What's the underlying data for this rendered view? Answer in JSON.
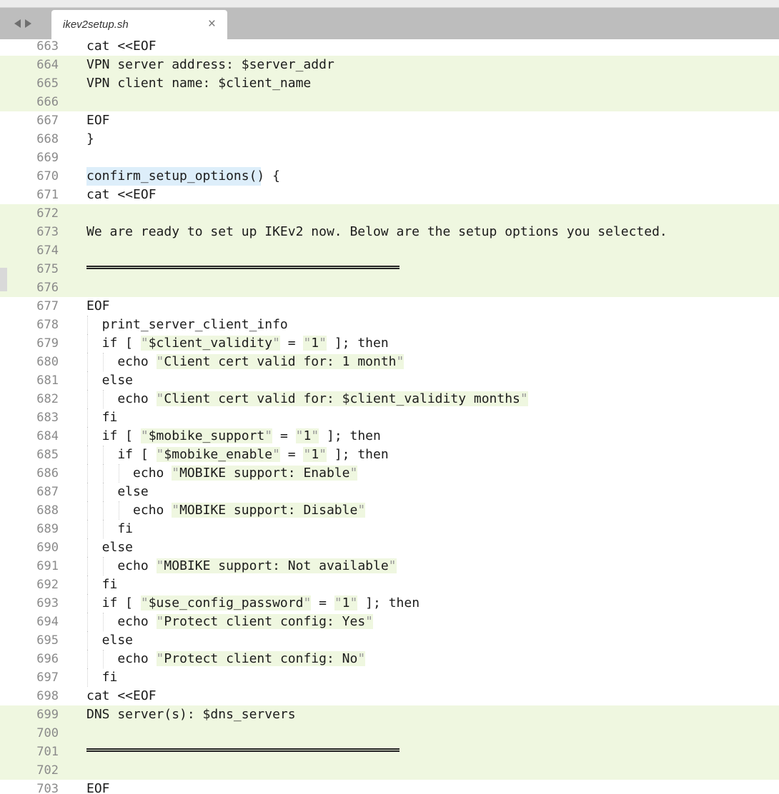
{
  "tab": {
    "filename": "ikev2setup.sh"
  },
  "editor": {
    "lines": [
      {
        "n": "663",
        "text": "cat <<EOF",
        "hl": false
      },
      {
        "n": "664",
        "text": "VPN server address: $server_addr",
        "hl": true
      },
      {
        "n": "665",
        "text": "VPN client name: $client_name",
        "hl": true
      },
      {
        "n": "666",
        "text": "",
        "hl": true
      },
      {
        "n": "667",
        "text": "EOF",
        "hl": false
      },
      {
        "n": "668",
        "text": "}",
        "hl": false
      },
      {
        "n": "669",
        "text": "",
        "hl": false
      },
      {
        "n": "670",
        "text": "confirm_setup_options() {",
        "hl": false
      },
      {
        "n": "671",
        "text": "cat <<EOF",
        "hl": false
      },
      {
        "n": "672",
        "text": "",
        "hl": true
      },
      {
        "n": "673",
        "text": "We are ready to set up IKEv2 now. Below are the setup options you selected.",
        "hl": true
      },
      {
        "n": "674",
        "text": "",
        "hl": true
      },
      {
        "n": "675",
        "text": "══════════════════════════════════",
        "hl": true
      },
      {
        "n": "676",
        "text": "",
        "hl": true
      },
      {
        "n": "677",
        "text": "EOF",
        "hl": false
      },
      {
        "n": "678",
        "text": "  print_server_client_info",
        "hl": false
      },
      {
        "n": "679",
        "text": "  if [ \"$client_validity\" = \"1\" ]; then",
        "hl": false
      },
      {
        "n": "680",
        "text": "    echo \"Client cert valid for: 1 month\"",
        "hl": false
      },
      {
        "n": "681",
        "text": "  else",
        "hl": false
      },
      {
        "n": "682",
        "text": "    echo \"Client cert valid for: $client_validity months\"",
        "hl": false
      },
      {
        "n": "683",
        "text": "  fi",
        "hl": false
      },
      {
        "n": "684",
        "text": "  if [ \"$mobike_support\" = \"1\" ]; then",
        "hl": false
      },
      {
        "n": "685",
        "text": "    if [ \"$mobike_enable\" = \"1\" ]; then",
        "hl": false
      },
      {
        "n": "686",
        "text": "      echo \"MOBIKE support: Enable\"",
        "hl": false
      },
      {
        "n": "687",
        "text": "    else",
        "hl": false
      },
      {
        "n": "688",
        "text": "      echo \"MOBIKE support: Disable\"",
        "hl": false
      },
      {
        "n": "689",
        "text": "    fi",
        "hl": false
      },
      {
        "n": "690",
        "text": "  else",
        "hl": false
      },
      {
        "n": "691",
        "text": "    echo \"MOBIKE support: Not available\"",
        "hl": false
      },
      {
        "n": "692",
        "text": "  fi",
        "hl": false
      },
      {
        "n": "693",
        "text": "  if [ \"$use_config_password\" = \"1\" ]; then",
        "hl": false
      },
      {
        "n": "694",
        "text": "    echo \"Protect client config: Yes\"",
        "hl": false
      },
      {
        "n": "695",
        "text": "  else",
        "hl": false
      },
      {
        "n": "696",
        "text": "    echo \"Protect client config: No\"",
        "hl": false
      },
      {
        "n": "697",
        "text": "  fi",
        "hl": false
      },
      {
        "n": "698",
        "text": "cat <<EOF",
        "hl": false
      },
      {
        "n": "699",
        "text": "DNS server(s): $dns_servers",
        "hl": true
      },
      {
        "n": "700",
        "text": "",
        "hl": true
      },
      {
        "n": "701",
        "text": "══════════════════════════════════",
        "hl": true
      },
      {
        "n": "702",
        "text": "",
        "hl": true
      },
      {
        "n": "703",
        "text": "EOF",
        "hl": false
      }
    ]
  },
  "colors": {
    "heredoc_highlight": "#eff7e0",
    "function_highlight": "#ddeefa",
    "tabbar": "#bdbdbd"
  }
}
